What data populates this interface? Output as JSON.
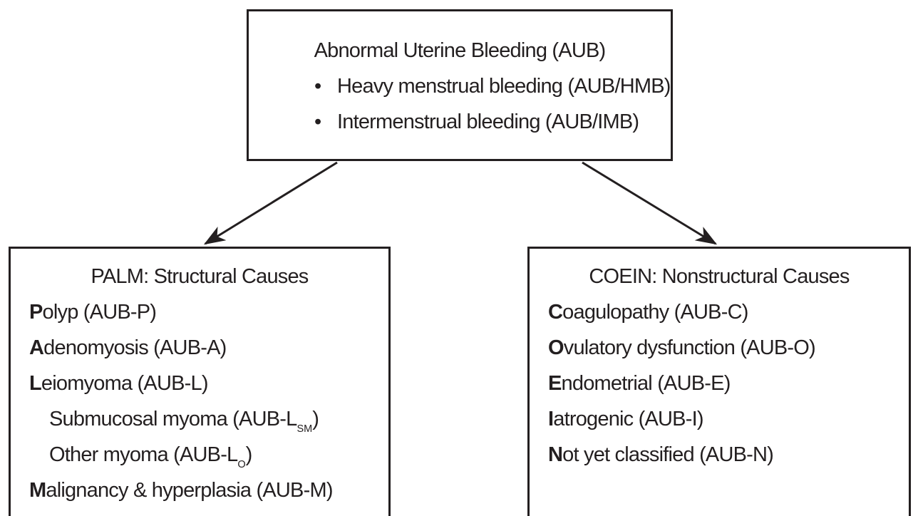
{
  "diagram": {
    "colors": {
      "ink": "#231f20",
      "background": "#ffffff"
    },
    "top_box": {
      "title": "Abnormal Uterine Bleeding (AUB)",
      "bullet_char": "•",
      "bullets": [
        "Heavy menstrual bleeding (AUB/HMB)",
        "Intermenstrual bleeding (AUB/IMB)"
      ]
    },
    "palm_box": {
      "title": "PALM: Structural Causes",
      "items": [
        {
          "bold": "P",
          "text": "olyp (AUB-P)",
          "sub": "",
          "after": ""
        },
        {
          "bold": "A",
          "text": "denomyosis (AUB-A)",
          "sub": "",
          "after": ""
        },
        {
          "bold": "L",
          "text": "eiomyoma (AUB-L)",
          "sub": "",
          "after": ""
        },
        {
          "bold": "",
          "text": "Submucosal myoma (AUB-L",
          "sub": "SM",
          "after": ")"
        },
        {
          "bold": "",
          "text": "Other myoma (AUB-L",
          "sub": "O",
          "after": ")"
        },
        {
          "bold": "M",
          "text": "alignancy & hyperplasia (AUB-M)",
          "sub": "",
          "after": ""
        }
      ]
    },
    "coein_box": {
      "title": "COEIN: Nonstructural Causes",
      "items": [
        {
          "bold": "C",
          "text": "oagulopathy (AUB-C)",
          "sub": "",
          "after": ""
        },
        {
          "bold": "O",
          "text": "vulatory dysfunction (AUB-O)",
          "sub": "",
          "after": ""
        },
        {
          "bold": "E",
          "text": "ndometrial (AUB-E)",
          "sub": "",
          "after": ""
        },
        {
          "bold": "I",
          "text": "atrogenic (AUB-I)",
          "sub": "",
          "after": ""
        },
        {
          "bold": "N",
          "text": "ot yet classified (AUB-N)",
          "sub": "",
          "after": ""
        }
      ]
    }
  }
}
